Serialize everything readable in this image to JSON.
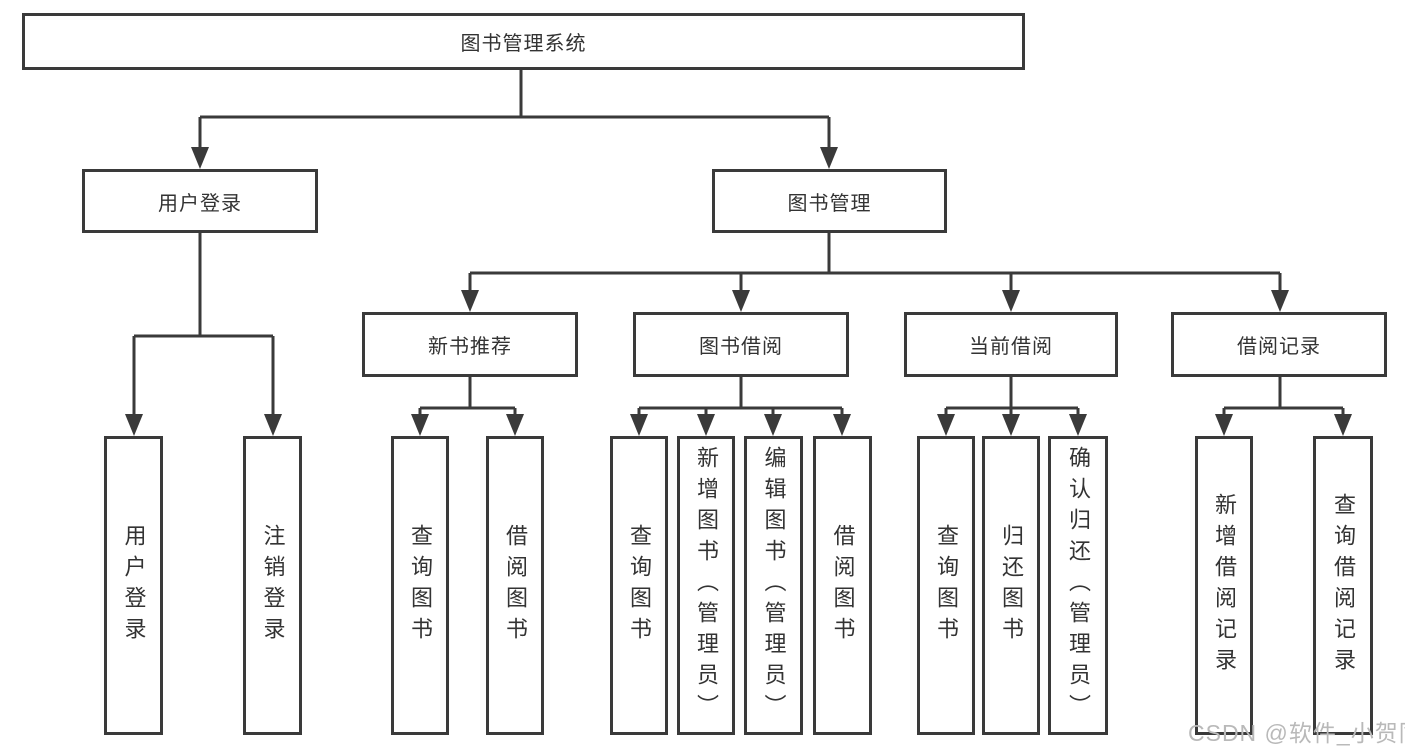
{
  "diagram_type": "hierarchy-tree",
  "root": {
    "label": "图书管理系统",
    "children": [
      {
        "label": "用户登录",
        "children": [
          {
            "label": "用户登录"
          },
          {
            "label": "注销登录"
          }
        ]
      },
      {
        "label": "图书管理",
        "children": [
          {
            "label": "新书推荐",
            "children": [
              {
                "label": "查询图书"
              },
              {
                "label": "借阅图书"
              }
            ]
          },
          {
            "label": "图书借阅",
            "children": [
              {
                "label": "查询图书"
              },
              {
                "label": "新增图书（管理员）"
              },
              {
                "label": "编辑图书（管理员）"
              },
              {
                "label": "借阅图书"
              }
            ]
          },
          {
            "label": "当前借阅",
            "children": [
              {
                "label": "查询图书"
              },
              {
                "label": "归还图书"
              },
              {
                "label": "确认归还（管理员）"
              }
            ]
          },
          {
            "label": "借阅记录",
            "children": [
              {
                "label": "新增借阅记录"
              },
              {
                "label": "查询借阅记录"
              }
            ]
          }
        ]
      }
    ]
  },
  "watermark": "CSDN @软件_小贺同学",
  "colors": {
    "line": "#3a3a3a",
    "text": "#333333",
    "box_background": "#ffffff",
    "watermark": "#b9b9b9",
    "page_background": "#ffffff"
  }
}
